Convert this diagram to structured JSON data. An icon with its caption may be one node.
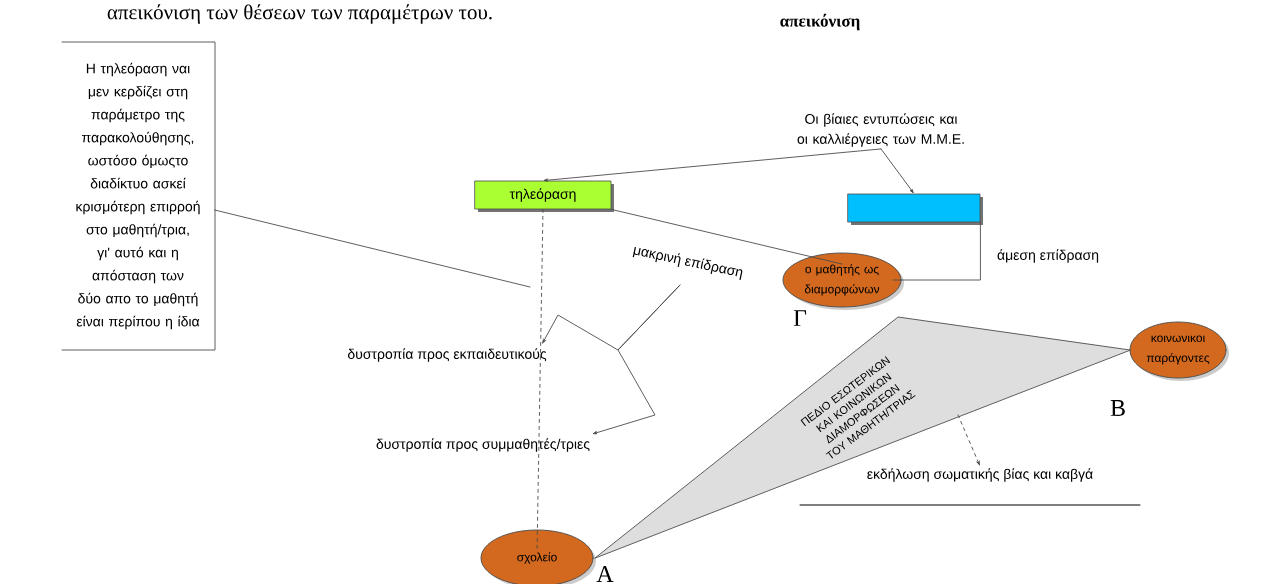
{
  "diagram": {
    "nodes": [
      {
        "text": [
          "Η τηλεόραση ναι μεν κερδίζει στη παράμετρο της παρακολούθησης, ωστόσο όμωςτο διαδίκτυο ασκεί κρισμότερη επιρροή στο μαθητή/τρια, γι' αυτό και η απόσταση των δύο απο το μαθητή είναι περίπου η ίδια"
        ]
      },
      {
        "text": [
          "Οι βίαιες εντυπώσεις και οι καλλιέργειες των Μ.Μ.Ε."
        ]
      },
      {
        "text": [
          "τηλεόραση"
        ]
      },
      {
        "text": [],
        "shape": "box"
      },
      {
        "text": [
          "ο μαθητής ως διαμορφώνων"
        ]
      },
      {
        "text": [
          "κοινωνικοι παράγοντες"
        ]
      },
      {
        "text": [
          "σχολείο"
        ]
      },
      {
        "text": [
          "ΠΕΔΙΟ ΕΣΩΤΕΡΙΚΩΝ ΚΑΙ ΚΟΙΝΩΝΙΚΩΝ ΔΙΑΜΟΡΦΩΣΕΩΝ ΤΟΥ ΜΑΘΗΤΗ/ΤΡΙΑΣ"
        ]
      },
      {
        "text": [
          "δυστροπία προς εκπαιδευτικούς"
        ]
      },
      {
        "text": [
          "δυστροπία προς συμμαθητές/τριες"
        ]
      },
      {
        "text": [
          "εκδήλωση σωματικής βίας και καβγά"
        ]
      }
    ],
    "edges": [
      {
        "from": 0,
        "to": null,
        "arrow": "none"
      },
      {
        "from": 1,
        "to": 2,
        "arrow": "to"
      },
      {
        "from": 1,
        "to": 3,
        "arrow": "to"
      },
      {
        "from": 2,
        "to": 4,
        "arrow": "none",
        "label": "μακρινή επίδραση"
      },
      {
        "from": 3,
        "to": 4,
        "arrow": "none",
        "label": "άμεση επίδραση"
      },
      {
        "from": 2,
        "to": 6,
        "arrow": "none",
        "style": "dashed"
      },
      {
        "from": null,
        "to": 8,
        "arrow": "to"
      },
      {
        "from": null,
        "to": 9,
        "arrow": "to"
      },
      {
        "from": 7,
        "to": 10,
        "arrow": "to",
        "style": "dashed"
      }
    ],
    "labels": [
      "απεικόνιση των θέσεων των παραμέτρων του.",
      "απεικόνιση",
      "Γ",
      "Β",
      "Α"
    ]
  }
}
